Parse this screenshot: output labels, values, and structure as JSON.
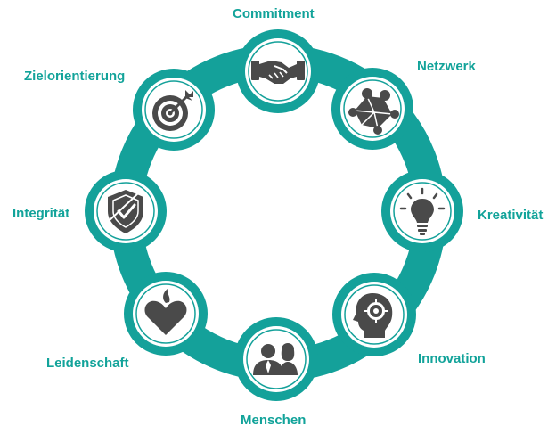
{
  "colors": {
    "accent": "#12a39a",
    "ring": "#14a19a",
    "icon_fill": "#ffffff",
    "icon_glyph": "#4a4a4a",
    "label": "#12a39a"
  },
  "values": [
    {
      "label": "Commitment",
      "icon": "handshake-icon"
    },
    {
      "label": "Netzwerk",
      "icon": "network-icon"
    },
    {
      "label": "Kreativität",
      "icon": "lightbulb-icon"
    },
    {
      "label": "Innovation",
      "icon": "head-gear-icon"
    },
    {
      "label": "Menschen",
      "icon": "people-icon"
    },
    {
      "label": "Leidenschaft",
      "icon": "flaming-heart-icon"
    },
    {
      "label": "Integrität",
      "icon": "shield-check-icon"
    },
    {
      "label": "Zielorientierung",
      "icon": "target-icon"
    }
  ]
}
